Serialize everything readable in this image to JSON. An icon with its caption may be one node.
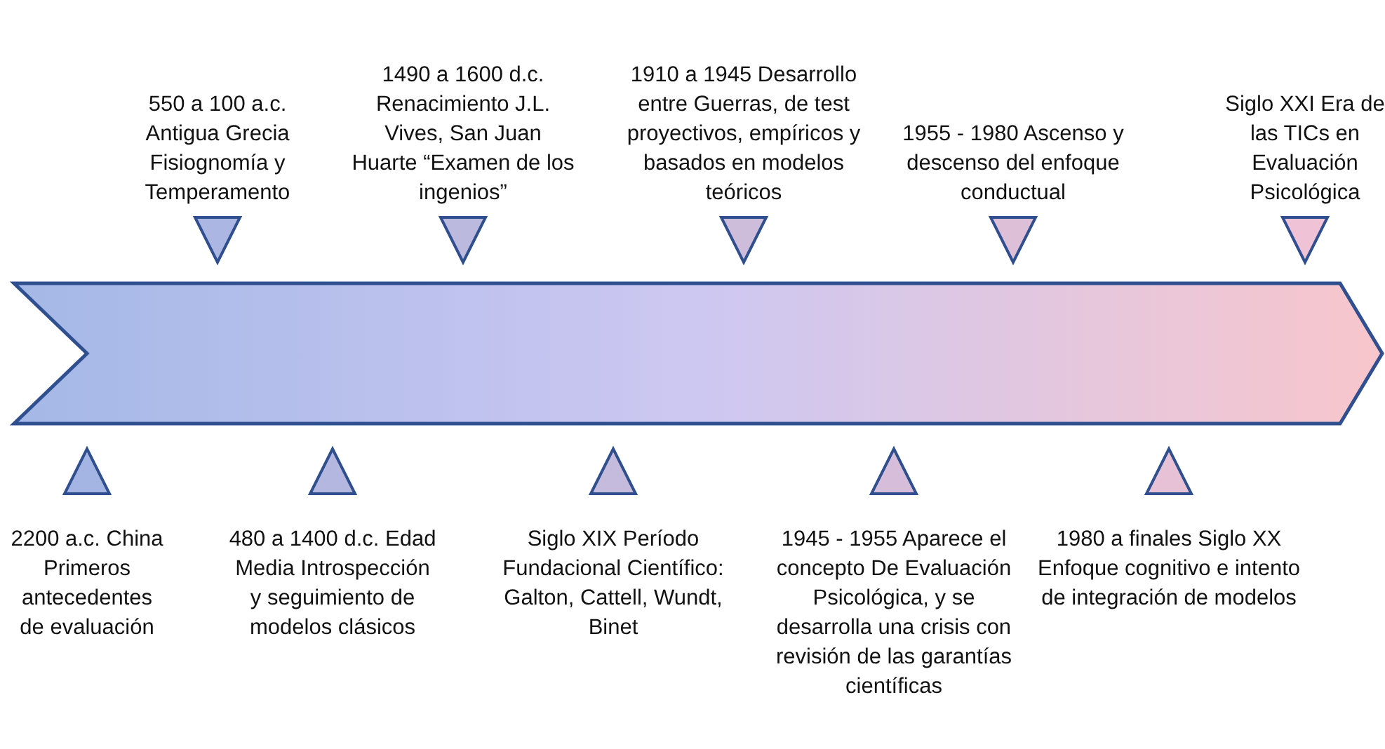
{
  "diagram": {
    "labels": [
      "2200 a.c. China Primeros antecedentes de evaluación",
      "550 a 100 a.c. Antigua Grecia Fisiognomía y Temperamento",
      "480 a 1400 d.c. Edad Media Introspección y seguimiento de modelos clásicos",
      "1490 a 1600 d.c. Renacimiento J.L. Vives, San Juan Huarte “Examen de los ingenios”",
      "Siglo XIX Período Fundacional Científico: Galton, Cattell, Wundt, Binet",
      "1910 a 1945 Desarrollo entre Guerras, de test proyectivos, empíricos y basados en modelos teóricos",
      "1945 - 1955 Aparece el concepto De Evaluación Psicológica, y se desarrolla una crisis con revisión de las garantías científicas",
      "1955 - 1980 Ascenso y descenso del enfoque conductual",
      "1980 a finales Siglo XX Enfoque cognitivo e intento de integración de modelos",
      "Siglo XXI Era de las TICs en Evaluación Psicológica"
    ]
  }
}
